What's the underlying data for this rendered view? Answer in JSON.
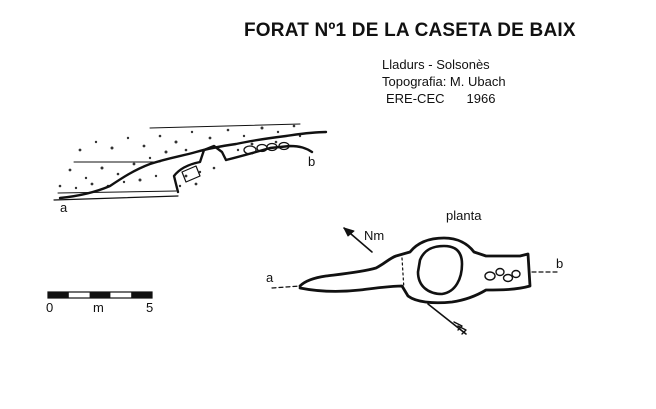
{
  "title": "FORAT Nº1 DE LA CASETA DE BAIX",
  "info": {
    "location": "Lladurs - Solsonès",
    "survey": "Topografia: M. Ubach",
    "group": "ERE-CEC",
    "year": "1966"
  },
  "section_labels": {
    "a": "a",
    "b": "b"
  },
  "plan": {
    "title": "planta",
    "north": "Nm",
    "a": "a",
    "b": "b"
  },
  "scale": {
    "start": "0",
    "unit": "m",
    "end": "5"
  },
  "colors": {
    "ink": "#111111",
    "paper": "#ffffff"
  }
}
